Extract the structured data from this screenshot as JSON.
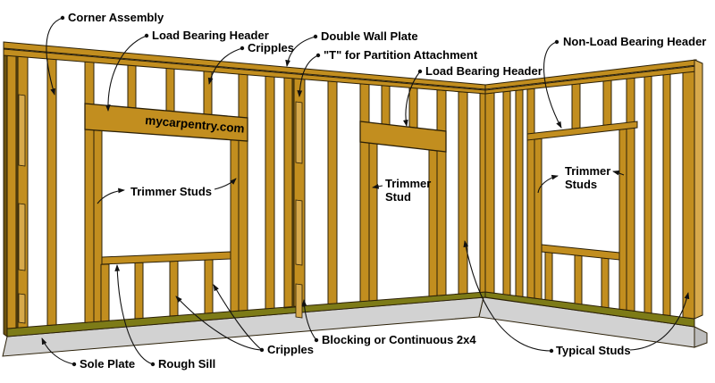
{
  "watermark": "mycarpentry.com",
  "labels": {
    "corner_assembly": "Corner Assembly",
    "load_bearing_header_left": "Load Bearing Header",
    "cripples_top": "Cripples",
    "double_wall_plate": "Double Wall Plate",
    "t_partition": "\"T\" for Partition Attachment",
    "load_bearing_header_mid": "Load Bearing Header",
    "non_load_bearing_header": "Non-Load Bearing Header",
    "trimmer_studs_left": "Trimmer Studs",
    "trimmer_stud_mid_line1": "Trimmer",
    "trimmer_stud_mid_line2": "Stud",
    "trimmer_studs_right_line1": "Trimmer",
    "trimmer_studs_right_line2": "Studs",
    "typical_studs": "Typical Studs",
    "blocking": "Blocking or Continuous 2x4",
    "cripples_bottom": "Cripples",
    "rough_sill": "Rough Sill",
    "sole_plate": "Sole Plate"
  },
  "colors": {
    "wood": "#c28e1f",
    "wood_light": "#d7a94b",
    "wood_shadow": "#6b5210",
    "outline": "#2b2008",
    "sole_olive": "#7d7b17",
    "slab_gray": "#d2d2d2",
    "slab_gray_dark": "#bdbdbd",
    "leader": "#111111",
    "background": "#ffffff"
  }
}
